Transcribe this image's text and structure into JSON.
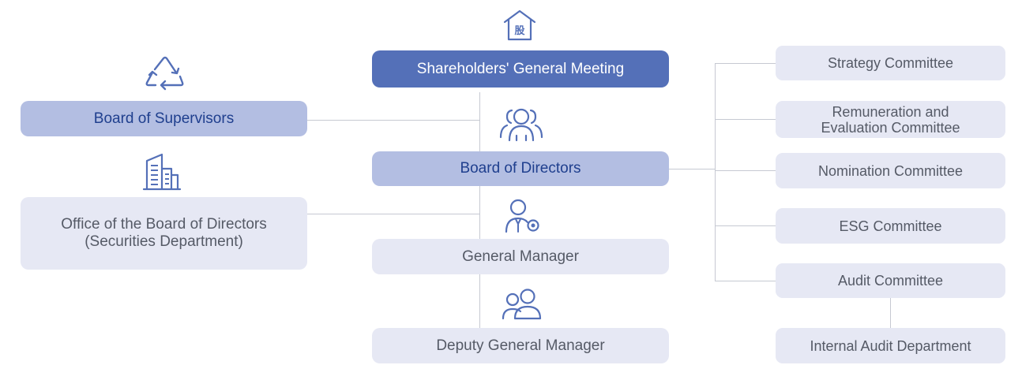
{
  "icons": {
    "shareholders": "building-with-gu-character-icon",
    "supervisors": "triangle-arrows-icon",
    "directors": "group-people-icon",
    "office": "office-buildings-icon",
    "general_manager": "manager-person-icon",
    "deputy": "two-people-icon"
  },
  "shareholders_glyph": "股",
  "colors": {
    "primary": "#5470b8",
    "secondary": "#b3bee2",
    "light": "#e6e8f4",
    "secondary_text": "#1f3f8e",
    "body_text": "#555a66",
    "connector": "#c6c9d2",
    "icon_stroke": "#5470b8"
  },
  "nodes": {
    "shareholders": "Shareholders' General Meeting",
    "supervisors": "Board of Supervisors",
    "directors": "Board of Directors",
    "office": "Office of the Board of Directors\n(Securities Department)",
    "general_manager": "General Manager",
    "deputy": "Deputy General Manager"
  },
  "committees": [
    "Strategy Committee",
    "Remuneration and\nEvaluation Committee",
    "Nomination Committee",
    "ESG Committee",
    "Audit Committee"
  ],
  "internal_audit": "Internal Audit Department"
}
